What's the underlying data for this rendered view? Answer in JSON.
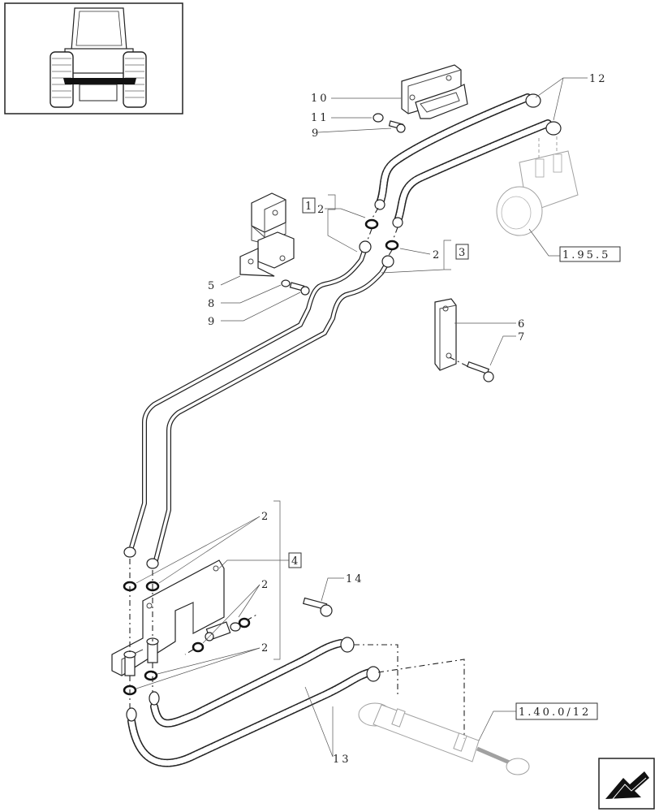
{
  "callouts": {
    "c1": "1",
    "c2a": "2",
    "c2b": "2",
    "c2c": "2",
    "c2d": "2",
    "c2e": "2",
    "c3": "3",
    "c4": "4",
    "c5": "5",
    "c6": "6",
    "c7": "7",
    "c8": "8",
    "c9a": "9",
    "c9b": "9",
    "c10": "10",
    "c11": "11",
    "c12": "12",
    "c13": "13",
    "c14": "14"
  },
  "references": {
    "steering_unit": "1.95.5",
    "cylinder": "1.40.0/12"
  },
  "icons": {
    "thumbnail": "tractor-thumbnail-icon",
    "next": "next-page-arrow-icon"
  }
}
